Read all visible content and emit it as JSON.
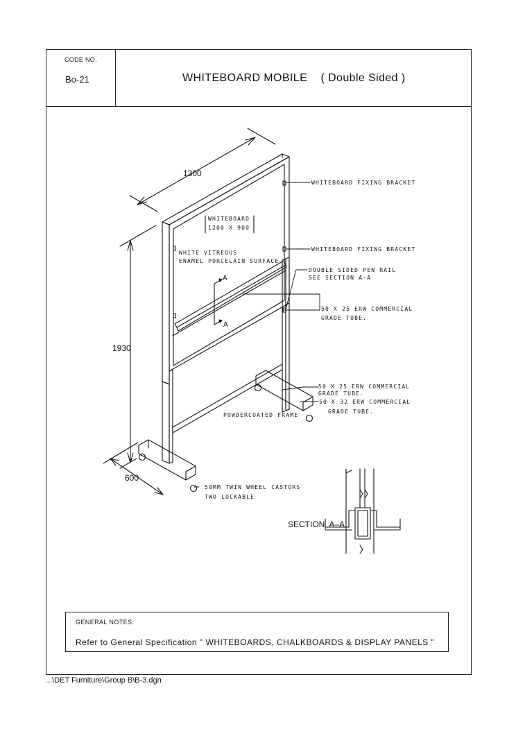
{
  "header": {
    "code_label": "CODE NO.",
    "code_value": "Bo-21",
    "title": "WHITEBOARD MOBILE    ( Double Sided )"
  },
  "dimensions": {
    "width": "1300",
    "height": "1930",
    "depth": "600",
    "section_mark": "A"
  },
  "callouts": {
    "whiteboard_size_line1": "WHITEBOARD",
    "whiteboard_size_line2": "1200 X 900",
    "surface_line1": "WHITE VITREOUS",
    "surface_line2": "ENAMEL PORCELAIN SURFACE",
    "bracket_top": "WHITEBOARD FIXING BRACKET",
    "bracket_mid": "WHITEBOARD FIXING BRACKET",
    "pen_rail_line1": "DOUBLE SIDED PEN RAIL",
    "pen_rail_line2": "SEE SECTION A-A",
    "upright_line1": "50 X 25 ERW COMMERCIAL",
    "upright_line2": "GRADE TUBE.",
    "rail_line1": "50 X 25 ERW COMMERCIAL",
    "rail_line2": "GRADE TUBE.",
    "foot_line1": "50 X 32 ERW COMMERCIAL",
    "foot_line2": "GRADE TUBE.",
    "frame": "POWDERCOATED FRAME",
    "castors_line1": "50MM TWIN WHEEL CASTORS",
    "castors_line2": "TWO LOCKABLE"
  },
  "section_label": "SECTION  A–A",
  "notes": {
    "title": "GENERAL NOTES:",
    "body": "Refer to General Specification  \" WHITEBOARDS, CHALKBOARDS & DISPLAY PANELS \""
  },
  "file_path": "...\\DET Furniture\\Group B\\B-3.dgn"
}
